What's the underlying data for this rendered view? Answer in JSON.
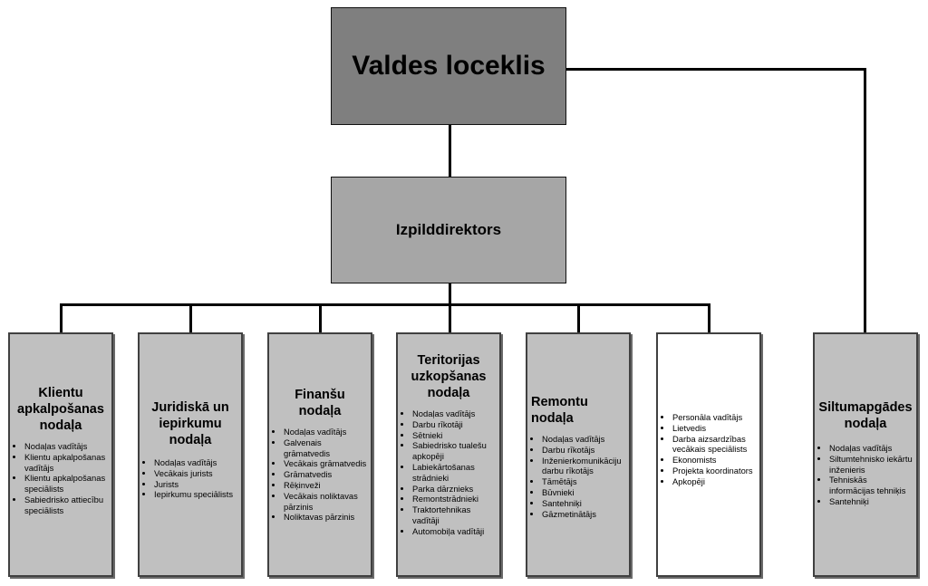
{
  "top_box": {
    "label": "Valdes loceklis"
  },
  "mid_box": {
    "label": "Izpilddirektors"
  },
  "departments": [
    {
      "title": "Klientu apkalpošanas nodaļa",
      "items": [
        "Nodaļas vadītājs",
        "Klientu apkalpošanas vadītājs",
        "Klientu apkalpošanas speciālists",
        "Sabiedrisko attiecību speciālists"
      ]
    },
    {
      "title": "Juridiskā un iepirkumu nodaļa",
      "items": [
        "Nodaļas vadītājs",
        "Vecākais jurists",
        "Jurists",
        "Iepirkumu speciālists"
      ]
    },
    {
      "title": "Finanšu nodaļa",
      "items": [
        "Nodaļas vadītājs",
        "Galvenais grāmatvedis",
        "Vecākais grāmatvedis",
        "Grāmatvedis",
        "Rēķinveži",
        "Vecākais noliktavas pārzinis",
        "Noliktavas pārzinis"
      ]
    },
    {
      "title": "Teritorijas uzkopšanas nodaļa",
      "items": [
        "Nodaļas vadītājs",
        "Darbu rīkotāji",
        "Sētnieki",
        "Sabiedrisko tualešu apkopēji",
        "Labiekārtošanas strādnieki",
        "Parka dārznieks",
        "Remontstrādnieki",
        "Traktortehnikas vadītāji",
        "Automobiļa vadītāji"
      ]
    },
    {
      "title": "Remontu nodaļa",
      "items": [
        "Nodaļas vadītājs",
        "Darbu rīkotājs",
        "Inženierkomunikāciju darbu rīkotājs",
        "Tāmētājs",
        "Būvnieki",
        "Santehniķi",
        "Gāzmetinātājs"
      ]
    },
    {
      "title": "",
      "items": [
        "Personāla vadītājs",
        "Lietvedis",
        "Darba aizsardzības vecākais speciālists",
        "Ekonomists",
        "Projekta koordinators",
        "Apkopēji"
      ]
    },
    {
      "title": "Siltumapgādes nodaļa",
      "items": [
        "Nodaļas vadītājs",
        "Siltumtehnisko iekārtu inženieris",
        "Tehniskās informācijas tehniķis",
        "Santehniķi"
      ]
    }
  ],
  "colors": {
    "top_fill": "#7f7f7f",
    "mid_fill": "#a6a6a6",
    "dept_fill": "#c0c0c0",
    "plain_fill": "#ffffff"
  }
}
